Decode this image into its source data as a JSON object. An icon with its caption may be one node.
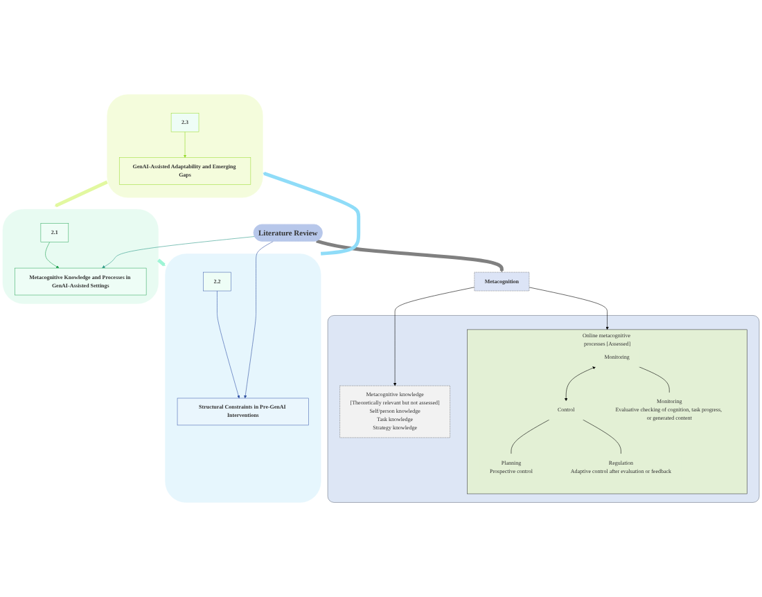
{
  "diagram": {
    "nodes": [
      {
        "text": [],
        "shape": "sector"
      },
      {
        "text": [
          "2.1"
        ],
        "in": 0
      },
      {
        "text": [
          "Metacognitive Knowledge and Processes in GenAI-Assisted Settings"
        ],
        "in": 0
      },
      {
        "text": [],
        "shape": "sector"
      },
      {
        "text": [
          "2.2"
        ],
        "in": 3
      },
      {
        "text": [
          "Structural Constraints in Pre-GenAI Interventions"
        ],
        "in": 3
      },
      {
        "text": [],
        "shape": "sector"
      },
      {
        "text": [
          "2.3"
        ],
        "in": 6
      },
      {
        "text": [
          "GenAI-Assisted Adaptability and Emerging Gaps"
        ],
        "in": 6
      },
      {
        "text": [
          "Literature Review"
        ]
      },
      {
        "text": [
          "Metacognition"
        ]
      },
      {
        "text": [],
        "shape": "box"
      },
      {
        "text": [
          "Metacognitive knowledge",
          "[Theoretically relevant but not assessed]",
          "Self/person knowledge",
          "Task knowledge",
          "Strategy knowledge"
        ],
        "in": 11
      },
      {
        "text": [
          "Online metacognitive processes [Assessed]"
        ],
        "in": 11
      },
      {
        "text": [
          "Monitoring"
        ],
        "in": 13
      },
      {
        "text": [
          "Control"
        ],
        "in": 13
      },
      {
        "text": [
          "Planning",
          "Prospective control"
        ],
        "in": 13
      },
      {
        "text": [
          "Regulation",
          "Adaptive control after evaluation or feedback"
        ],
        "in": 13
      },
      {
        "text": [
          "Monitoring",
          "Evaluative checking of cognition, task progress, or generated content"
        ],
        "in": 13
      }
    ],
    "edges": [
      {
        "from": 0,
        "to": 3,
        "arrow": "to",
        "style": "thick",
        "color": "#9ff5d6"
      },
      {
        "from": 3,
        "to": 6,
        "arrow": "to",
        "style": "thick",
        "color": "#8fdcf8"
      },
      {
        "from": 6,
        "to": 0,
        "arrow": "to",
        "style": "thick",
        "color": "#e2f8a0"
      },
      {
        "from": 1,
        "to": 2,
        "arrow": "to",
        "color": "#1fa050"
      },
      {
        "from": 4,
        "to": 5,
        "arrow": "to",
        "color": "#2f50a8"
      },
      {
        "from": 7,
        "to": 8,
        "arrow": "to",
        "color": "#8fd81f"
      },
      {
        "from": 9,
        "to": 2,
        "arrow": "to",
        "color": "#2e9a8a"
      },
      {
        "from": 9,
        "to": 5,
        "arrow": "to",
        "color": "#2f4fa0"
      },
      {
        "from": 9,
        "to": 10,
        "arrow": "to",
        "style": "thick",
        "color": "#808080"
      },
      {
        "from": 10,
        "to": 12,
        "arrow": "to"
      },
      {
        "from": 10,
        "to": 13,
        "arrow": "to"
      },
      {
        "from": 14,
        "to": 15,
        "arrow": "both"
      },
      {
        "from": 15,
        "to": 16,
        "arrow": "none"
      },
      {
        "from": 15,
        "to": 17,
        "arrow": "none"
      },
      {
        "from": 14,
        "to": 18,
        "arrow": "none"
      }
    ]
  }
}
